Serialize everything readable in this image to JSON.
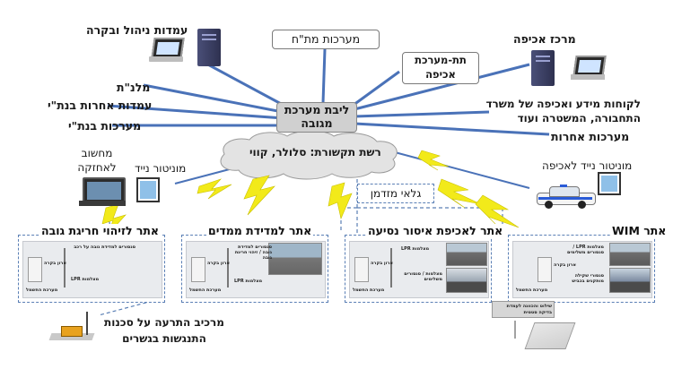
{
  "core": {
    "label": "ליבת מערכת מגובה"
  },
  "network": {
    "label": "רשת תקשורת: סלולר, קווי"
  },
  "mathach": {
    "label": "מערכות מת\"ח"
  },
  "enforcement_sub": {
    "label": "תת-מערכת אכיפה"
  },
  "ecosystem": {
    "management_stations": "עמדות ניהול ובקרה",
    "malnat": "מלנ\"ת",
    "bnati_stations": "עמדות אחרות בנת\"י",
    "bnati_systems": "מערכות בנת\"י",
    "enforcement_center": "מרכז אכיפה",
    "customers": "לקוחות מידע ואכיפה של משרד התחבורה, המשטרה ועוד",
    "other_systems": "מערכות אחרות",
    "maintenance_computer": "מחשוב לאחזקה",
    "mobile_monitor": "מוניטור נייד",
    "mobile_enforcement_monitor": "מוניטור נייד לאכיפה",
    "dedicated_glai": "גלאי מזדמן",
    "bridge_warning": "מרכיב התרעה על סכנות התנגשות בגשרים"
  },
  "sites": [
    {
      "title": "אתר לזיהוי חריגת גובה",
      "labels": [
        "סנסורים למדידת גובה על רכב",
        "ארון בקרה",
        "מצלמות LPR",
        "מערכת החשמל"
      ]
    },
    {
      "title": "אתר למדידת ממדים",
      "labels": [
        "סנסורים למדידת גובה / זיהוי חריגת גובה",
        "ארון בקרה",
        "מצלמות LPR",
        "מערכת החשמל"
      ]
    },
    {
      "title": "אתר לאכיפת איסור נסיעה",
      "labels": [
        "מצלמות LPR",
        "ארון בקרה",
        "מצלמות / סנסורים משלימים",
        "מערכת החשמל"
      ]
    },
    {
      "title": "אתר WIM",
      "labels": [
        "מצלמות LPR / סנסורים משלימים",
        "ארון בקרה",
        "סנסורי שקילה מותקנים בכביש",
        "מערכת החשמל"
      ]
    }
  ],
  "wim_note": "שילוט והכוונה לעמדת בדיקה סטטית",
  "colors": {
    "line": "#4a72b8",
    "bolt": "#f2ea1a",
    "cloud": "#e3e3e3",
    "dashed": "#5a7fb5"
  }
}
